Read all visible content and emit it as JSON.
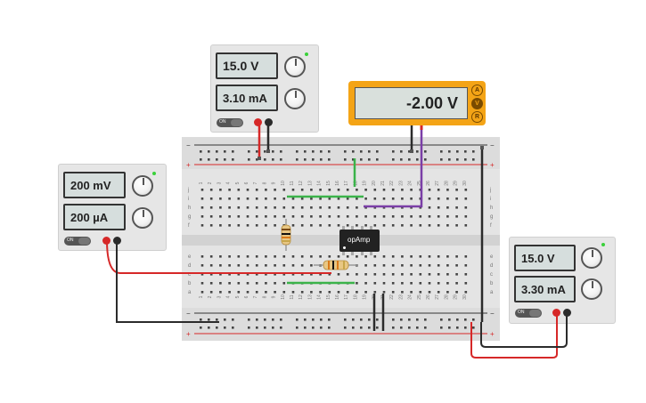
{
  "supply_top": {
    "voltage": "15.0 V",
    "current": "3.10 mA"
  },
  "supply_left": {
    "voltage": "200 mV",
    "current": "200 µA"
  },
  "supply_right": {
    "voltage": "15.0 V",
    "current": "3.30 mA"
  },
  "multimeter": {
    "reading": "-2.00 V",
    "modes": [
      "A",
      "V",
      "R"
    ],
    "selected_mode": "V"
  },
  "breadboard": {
    "columns": [
      "1",
      "2",
      "3",
      "4",
      "5",
      "6",
      "7",
      "8",
      "9",
      "10",
      "11",
      "12",
      "13",
      "14",
      "15",
      "16",
      "17",
      "18",
      "19",
      "20",
      "21",
      "22",
      "23",
      "24",
      "25",
      "26",
      "27",
      "28",
      "29",
      "30"
    ],
    "rows_top": [
      "j",
      "i",
      "h",
      "g",
      "f"
    ],
    "rows_bottom": [
      "e",
      "d",
      "c",
      "b",
      "a"
    ],
    "rail_minus": "−",
    "rail_plus": "+"
  },
  "chip": {
    "label": "opAmp"
  },
  "colors": {
    "red": "#d62828",
    "black": "#2b2b2b",
    "green": "#3bb34a",
    "purple": "#7b3fa7",
    "meter": "#f4a416"
  },
  "icons": [
    "knob-icon",
    "led-icon",
    "terminal-icon",
    "power-switch-icon",
    "resistor-icon"
  ]
}
